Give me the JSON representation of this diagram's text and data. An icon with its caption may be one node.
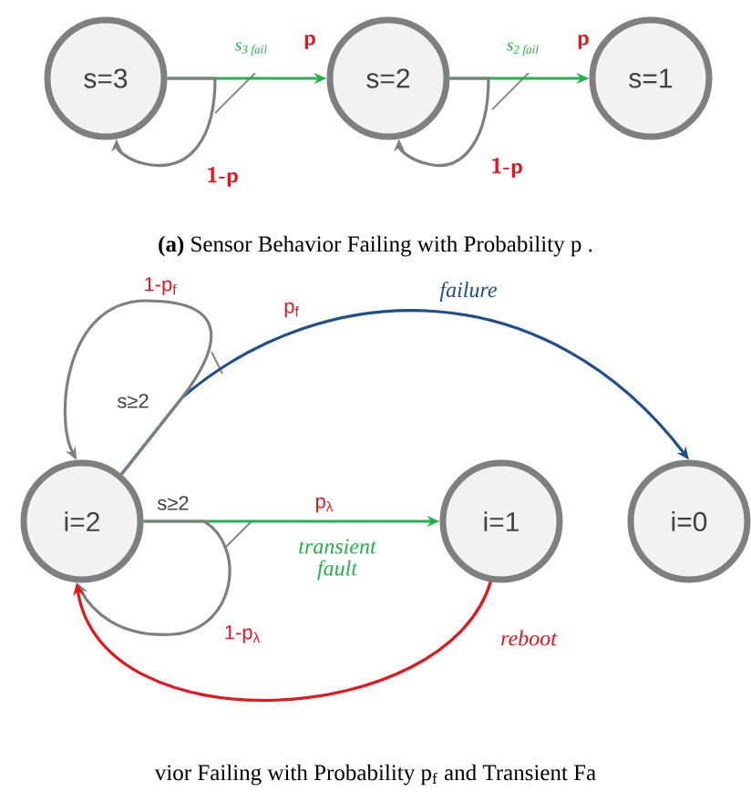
{
  "diagram": {
    "nodes": [
      {
        "text": [
          "s=3"
        ]
      },
      {
        "text": [
          "s=2"
        ]
      },
      {
        "text": [
          "s=1"
        ]
      },
      {
        "text": [
          "i=2"
        ]
      },
      {
        "text": [
          "i=1"
        ]
      },
      {
        "text": [
          "i=0"
        ]
      }
    ],
    "edges": [
      {
        "from": 0,
        "to": 0,
        "arrow": "to",
        "label": "1-p"
      },
      {
        "from": 0,
        "to": 1,
        "arrow": "to",
        "label": "s$_{3 fail}$",
        "color": "#22b14c"
      },
      {
        "from": 1,
        "to": 1,
        "arrow": "to",
        "label": "1-p"
      },
      {
        "from": 1,
        "to": 2,
        "arrow": "to",
        "label": "s$_{2 fail}$",
        "color": "#22b14c"
      },
      {
        "from": 3,
        "to": 3,
        "arrow": "to",
        "label": "1-p$_{f}$"
      },
      {
        "from": 3,
        "to": 5,
        "arrow": "to",
        "label": "failure",
        "color": "#1f4e8c"
      },
      {
        "from": 3,
        "to": 4,
        "arrow": "to",
        "label": "transient fault",
        "color": "#22b14c"
      },
      {
        "from": 3,
        "to": 3,
        "arrow": "to",
        "label": "1-p$_{λ}$"
      },
      {
        "from": 4,
        "to": 3,
        "arrow": "to",
        "label": "reboot",
        "color": "#e8141b"
      }
    ],
    "labels": [
      "p",
      "p",
      "s≥2",
      "p$_{f}$",
      "s≥2",
      "p$_{λ}$",
      "**(a)** Sensor Behavior Failing with Probability p .",
      "vior Failing with Probability p$_{f}$ and Transient Fa"
    ]
  }
}
